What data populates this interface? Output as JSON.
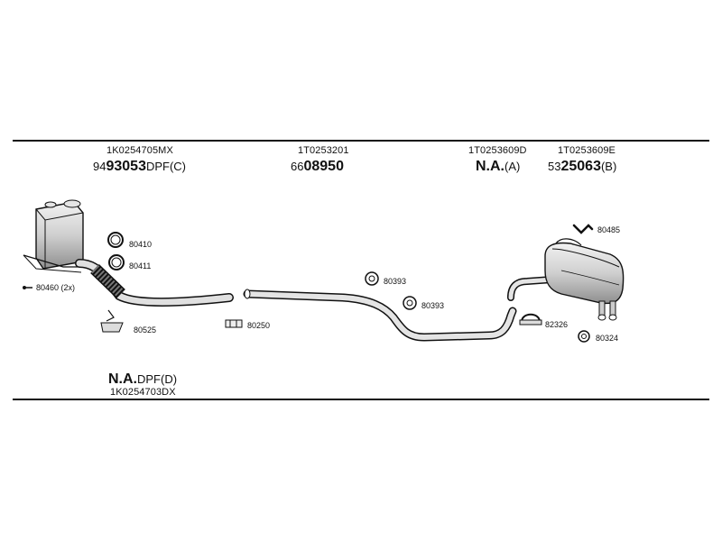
{
  "columns": [
    {
      "oem": "1K0254705MX",
      "prefix": "94",
      "number": "93053",
      "suffix": "DPF(C)"
    },
    {
      "oem": "1T0253201",
      "prefix": "66",
      "number": "08950",
      "suffix": ""
    },
    {
      "oem": "1T0253609D",
      "prefix": "",
      "number": "N.A.",
      "suffix": "(A)"
    },
    {
      "oem": "1T0253609E",
      "prefix": "53",
      "number": "25063",
      "suffix": "(B)"
    }
  ],
  "bottom": {
    "number": "N.A.",
    "suffix": "DPF(D)",
    "oem": "1K0254703DX"
  },
  "callouts": {
    "c80410": "80410",
    "c80411": "80411",
    "c80460": "80460 (2x)",
    "c80525": "80525",
    "c80250": "80250",
    "c80393a": "80393",
    "c80393b": "80393",
    "c80485": "80485",
    "c82326": "82326",
    "c80324": "80324"
  },
  "colors": {
    "line": "#111111",
    "part_fill": "#d9d9d9",
    "part_shadow": "#8c8c8c"
  }
}
